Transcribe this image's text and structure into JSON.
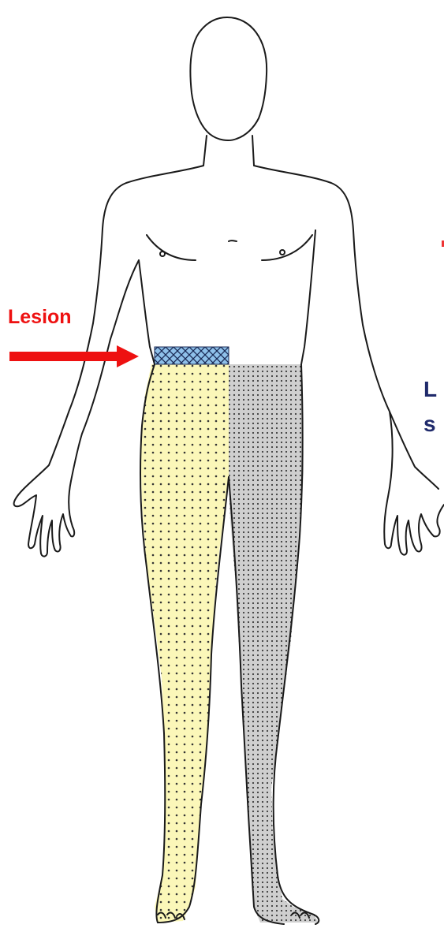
{
  "labels": {
    "lesion": "Lesion",
    "right_edge_line1": "L",
    "right_edge_line2": "s"
  },
  "colors": {
    "lesion_band": "#8fc1ea",
    "left_leg_fill": "#fbf7b9",
    "right_leg_fill": "#cfcfcf",
    "arrow": "#ee1111",
    "edge_text": "#1f2a6b",
    "outline": "#1a1a1a"
  }
}
